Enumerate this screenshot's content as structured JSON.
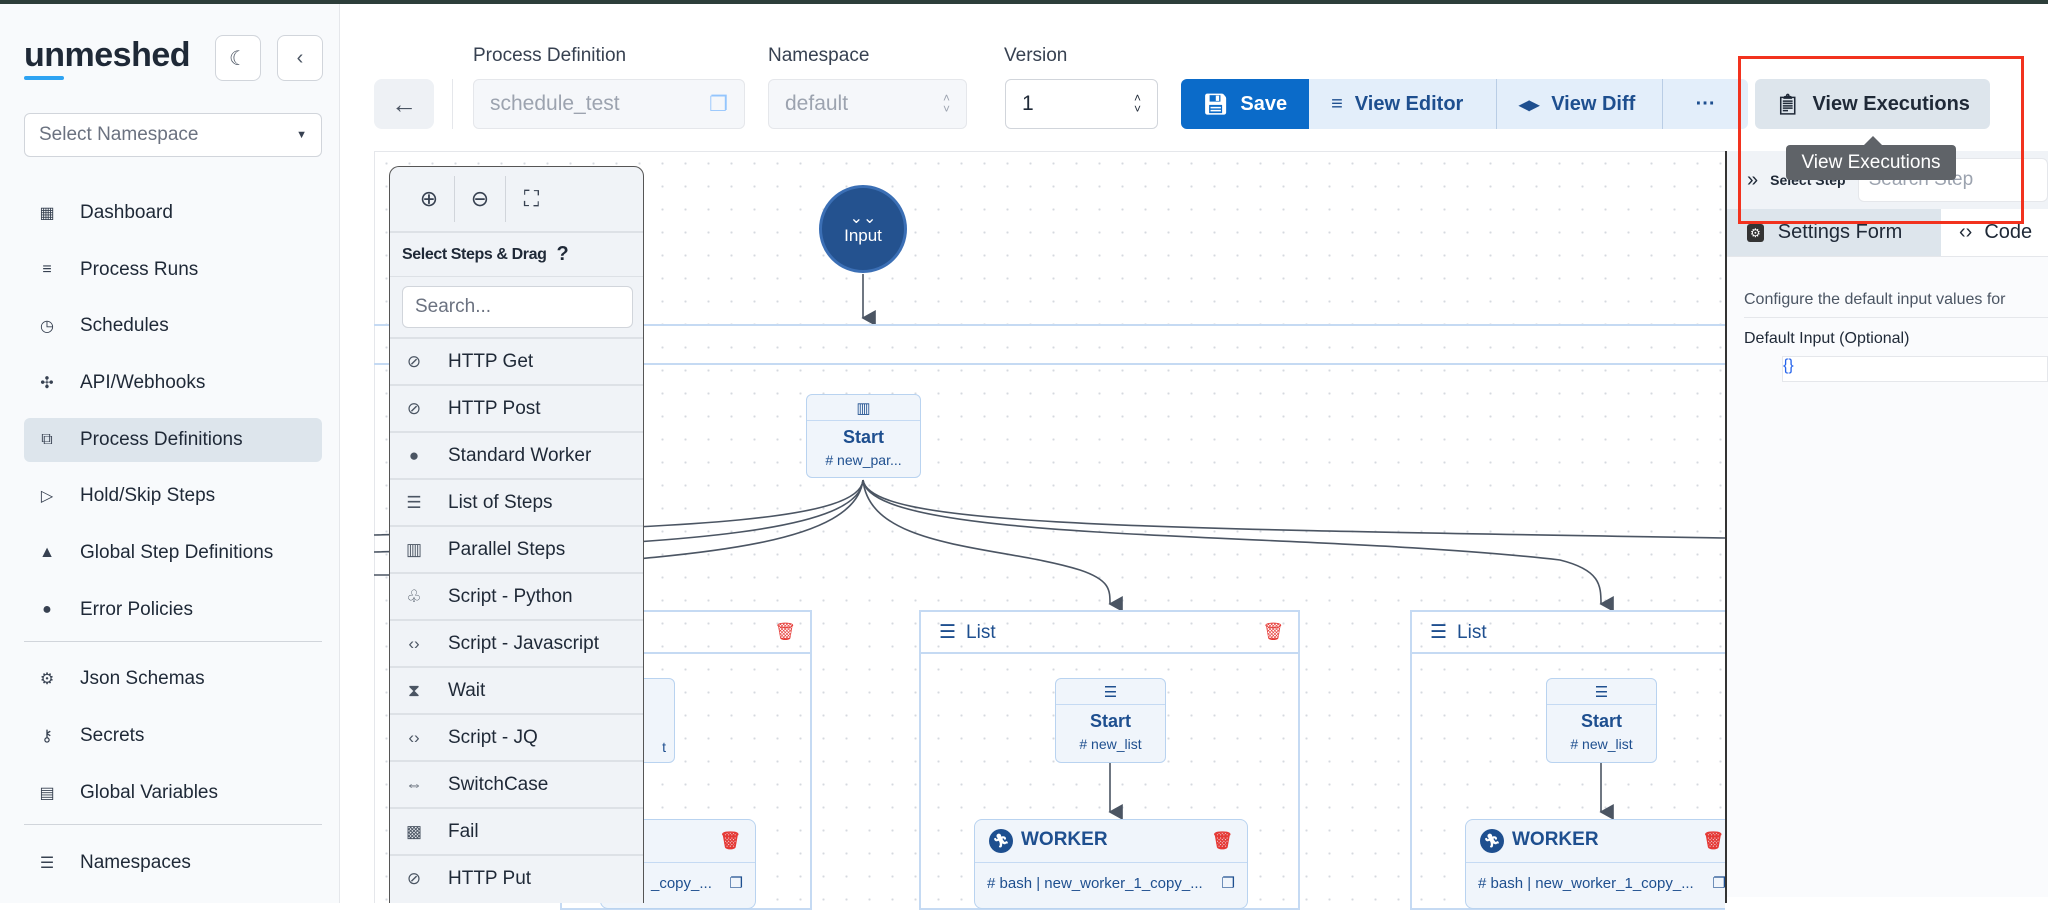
{
  "app": {
    "logo": "unmeshed"
  },
  "sidebar": {
    "namespace_placeholder": "Select Namespace",
    "items": [
      {
        "label": "Dashboard",
        "icon": "dashboard-icon",
        "glyph": "▦"
      },
      {
        "label": "Process Runs",
        "icon": "process-runs-icon",
        "glyph": "≡"
      },
      {
        "label": "Schedules",
        "icon": "schedules-icon",
        "glyph": "◷"
      },
      {
        "label": "API/Webhooks",
        "icon": "webhooks-icon",
        "glyph": "✣"
      },
      {
        "label": "Process Definitions",
        "icon": "process-definitions-icon",
        "glyph": "⧉",
        "active": true
      },
      {
        "label": "Hold/Skip Steps",
        "icon": "hold-skip-icon",
        "glyph": "▷"
      },
      {
        "label": "Global Step Definitions",
        "icon": "global-steps-icon",
        "glyph": "▲"
      },
      {
        "label": "Error Policies",
        "icon": "error-icon",
        "glyph": "●"
      },
      {
        "label": "Json Schemas",
        "icon": "json-schemas-icon",
        "glyph": "⚙"
      },
      {
        "label": "Secrets",
        "icon": "key-icon",
        "glyph": "⚷"
      },
      {
        "label": "Global Variables",
        "icon": "document-icon",
        "glyph": "▤"
      },
      {
        "label": "Namespaces",
        "icon": "server-icon",
        "glyph": "☰"
      }
    ]
  },
  "header": {
    "process_definition_label": "Process Definition",
    "process_definition_value": "schedule_test",
    "namespace_label": "Namespace",
    "namespace_value": "default",
    "version_label": "Version",
    "version_value": "1",
    "save": "Save",
    "view_editor": "View Editor",
    "view_diff": "View Diff",
    "more": "···",
    "view_executions": "View Executions",
    "tooltip": "View Executions"
  },
  "palette": {
    "title": "Select Steps & Drag",
    "help": "?",
    "search_placeholder": "Search...",
    "items": [
      {
        "label": "HTTP Get",
        "glyph": "⊘"
      },
      {
        "label": "HTTP Post",
        "glyph": "⊘"
      },
      {
        "label": "Standard Worker",
        "glyph": "●"
      },
      {
        "label": "List of Steps",
        "glyph": "☰"
      },
      {
        "label": "Parallel Steps",
        "glyph": "▥"
      },
      {
        "label": "Script - Python",
        "glyph": "♧"
      },
      {
        "label": "Script - Javascript",
        "glyph": "‹›"
      },
      {
        "label": "Wait",
        "glyph": "⧗"
      },
      {
        "label": "Script - JQ",
        "glyph": "‹›"
      },
      {
        "label": "SwitchCase",
        "glyph": "⇔"
      },
      {
        "label": "Fail",
        "glyph": "▩"
      },
      {
        "label": "HTTP Put",
        "glyph": "⊘"
      }
    ]
  },
  "canvas": {
    "input_label": "Input",
    "parallel_start": {
      "title": "Start",
      "ref": "# new_par..."
    },
    "list_label": "List",
    "list_start": {
      "title": "Start",
      "ref": "# new_list",
      "partial_ref": "t"
    },
    "worker": {
      "title": "WORKER",
      "ref": "# bash | new_worker_1_copy_...",
      "partial_ref": "_copy_..."
    }
  },
  "right_panel": {
    "select_step": "Select Step",
    "search_placeholder": "Search Step",
    "tabs": [
      "Settings Form",
      "Code"
    ],
    "description": "Configure the default input values for",
    "default_input_label": "Default Input (Optional)",
    "default_input_value": "{}"
  },
  "colors": {
    "accent": "#0b6bc9",
    "node_text": "#1e4f8f",
    "highlight": "#f2321e",
    "delete": "#e53935"
  }
}
